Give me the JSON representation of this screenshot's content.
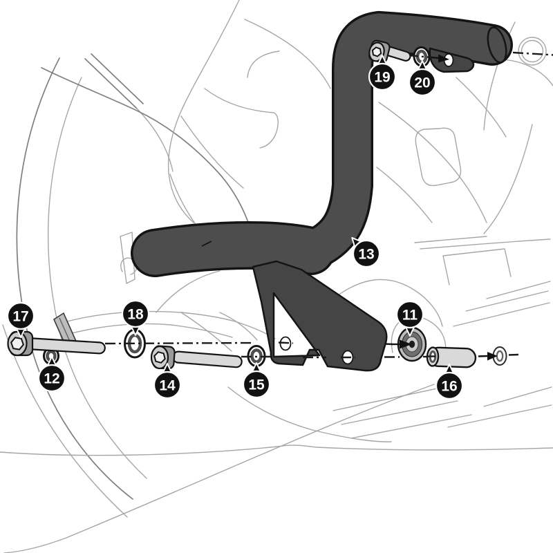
{
  "figure": {
    "kind": "exploded-assembly-diagram",
    "subject": "crash-bar mounting on motorcycle",
    "background": "#ffffff"
  },
  "callouts": {
    "c11": {
      "label": "11",
      "part": "rubber-mount-grommet"
    },
    "c12": {
      "label": "12",
      "part": "washer"
    },
    "c13": {
      "label": "13",
      "part": "crash-bar-tube"
    },
    "c14": {
      "label": "14",
      "part": "socket-head-bolt"
    },
    "c15": {
      "label": "15",
      "part": "washer"
    },
    "c16": {
      "label": "16",
      "part": "spacer-sleeve"
    },
    "c17": {
      "label": "17",
      "part": "socket-head-bolt-long"
    },
    "c18": {
      "label": "18",
      "part": "washer-large"
    },
    "c19": {
      "label": "19",
      "part": "socket-head-bolt-short"
    },
    "c20": {
      "label": "20",
      "part": "washer"
    }
  },
  "colors": {
    "bar_fill": "#4d4d4d",
    "bracket_fill": "#454545",
    "outline": "#141414",
    "balloon": "#111111",
    "balloon_text": "#ffffff",
    "metal_light": "#d9d9d9",
    "metal_mid": "#9b9b9b",
    "sketch_line": "#a6a6a6",
    "axis_line": "#1a1a1a",
    "background": "#ffffff"
  }
}
